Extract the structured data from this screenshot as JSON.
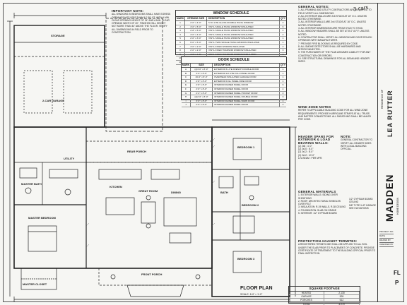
{
  "notes_top": {
    "title": "IMPORTANT NOTE:",
    "text": "ALL WINDOWS IN BEDROOMS SHALL HAVE EGRESS OPENINGS NOT LESS THAN 5.7 SQ. FT. WITH A MIN. CLEAR OPENING HEIGHT OF 24\" AND A MIN. CLEAR OPENING WIDTH OF 20\". FINISHED SILL HEIGHT NOT MORE THAN 44\" ABOVE THE FLOOR. VERIFY ALL DIMENSIONS IN FIELD PRIOR TO CONSTRUCTION."
  },
  "window_schedule": {
    "title": "WINDOW SCHEDULE",
    "headers": [
      "MARK",
      "OPENING SIZE",
      "DESCRIPTION",
      "QTY"
    ],
    "rows": [
      [
        "1",
        "2'-0\" x 4'-0\"",
        "5 3/4 LITE GLASS DOUBLE HUNG WINDOW",
        "2"
      ],
      [
        "2",
        "3'-0\" x 5'-0\"",
        "VINYL SINGLE HUNG WINDOW INSULATED",
        "6"
      ],
      [
        "3",
        "2'-8\" x 5'-0\"",
        "VINYL SINGLE HUNG WINDOW INSULATED",
        "4"
      ],
      [
        "4",
        "3'-0\" x 4'-0\"",
        "VINYL SINGLE HUNG WINDOW INSULATED",
        "2"
      ],
      [
        "5",
        "2'-0\" x 3'-0\"",
        "VINYL SINGLE HUNG WINDOW INSULATED",
        "1"
      ],
      [
        "6",
        "6'-0\" x 5'-0\"",
        "VINYL TWIN SINGLE HUNG WINDOW INSULATED",
        "1"
      ],
      [
        "7",
        "3'-0\" x 2'-0\"",
        "VINYL FIXED WINDOW INSULATED",
        "2"
      ],
      [
        "8",
        "2'-0\" x 2'-0\"",
        "VINYL FIXED TRANSOM WINDOW INSULATED",
        "3"
      ],
      [
        "9",
        "4'-0\" x 1'-6\"",
        "VINYL FIXED TRANSOM WINDOW INSULATED",
        "2"
      ],
      [
        "10",
        "2'-6\" x 5'-0\"",
        "VINYL SINGLE HUNG WINDOW INSULATED",
        "2"
      ],
      [
        "11",
        "3'-0\" x 5'-0\"",
        "VINYL SINGLE HUNG WINDOW TEMPERED",
        "1"
      ]
    ]
  },
  "door_schedule": {
    "title": "DOOR SCHEDULE",
    "headers": [
      "MARK",
      "SIZE",
      "DESCRIPTION",
      "QTY"
    ],
    "rows": [
      [
        "A",
        "(2)3'-0\" x 8'-0\"",
        "EXTERIOR 6 LITE FRENCH DOUBLE DOOR",
        "1"
      ],
      [
        "B",
        "3'-0\" x 8'-0\"",
        "EXTERIOR 1/2 LITE FULL PANEL DOOR",
        "1"
      ],
      [
        "C",
        "16'-0\" x 8'-0\"",
        "OVERHEAD INSULATED GARAGE DOOR",
        "1"
      ],
      [
        "D",
        "2'-8\" x 8'-0\"",
        "EXTERIOR FULL PANEL FIRE DOOR",
        "1"
      ],
      [
        "E",
        "2'-8\" x 8'-0\"",
        "INTERIOR RAISED PANEL DOOR",
        "6"
      ],
      [
        "F",
        "2'-6\" x 8'-0\"",
        "INTERIOR RAISED PANEL DOOR",
        "4"
      ],
      [
        "G",
        "2'-4\" x 8'-0\"",
        "INTERIOR RAISED PANEL POCKET DOOR",
        "2"
      ],
      [
        "H",
        "(2)2'-0\" x 8'-0\"",
        "INTERIOR RAISED PANEL DOUBLE DOOR",
        "3"
      ],
      [
        "I",
        "3'-0\" x 8'-0\"",
        "INTERIOR RAISED PANEL BARN DOOR",
        "1"
      ],
      [
        "J",
        "2'-0\" x 8'-0\"",
        "INTERIOR RAISED PANEL DOOR",
        "2"
      ]
    ]
  },
  "general_notes": {
    "title": "GENERAL NOTES:",
    "items": [
      "1. ALL FRAMING AND UTILITY CONTRACTORS ARE REQUIRED TO FIELD VERIFY ALL DIMENSIONS.",
      "2. ALL EXTERIOR WALLS ARE 2x6 STUDS AT 16\" O.C. UNLESS NOTED OTHERWISE.",
      "3. ALL INTERIOR WALLS ARE 2x4 STUDS AT 16\" O.C. UNLESS NOTED OTHERWISE.",
      "4. ALL INTERIOR DIMENSIONS ARE FROM STUD TO STUD.",
      "5. ALL WINDOW HEADERS SHALL BE SET AT 8'-0\" A.F.F. UNLESS NOTED.",
      "6. CONTRACTOR SHALL VERIFY ALL WINDOW AND DOOR ROUGH OPENINGS WITH MANUFACTURER.",
      "7. PROVIDE FIRE BLOCKING AS REQUIRED BY CODE.",
      "8. ALL SMOKE DETECTORS SHALL BE HARDWIRED AND INTERCONNECTED.",
      "9. THE PURCHASER OF THE PLAN ASSUMES LIABILITY FOR ANY CONSTRUCTION OR ERRORS.",
      "10. SEE STRUCTURAL DRAWINGS FOR ALL BEAM AND HEADER SIZES."
    ]
  },
  "wind_zone": {
    "title": "WIND ZONE NOTES",
    "text": "REFER TO APPLICABLE BUILDING CODE FOR ALL WIND ZONE REQUIREMENTS. PROVIDE HURRICANE STRAPS AT ALL TRUSS AND RAFTER CONNECTIONS. ALL SHEATHING SHALL BE NAILED PER CODE."
  },
  "header_spans": {
    "title": "HEADER SPANS FOR EXTERIOR & LOAD BEARING WALLS:",
    "items": [
      "(2) 2x8 : 4'-0\"",
      "(2) 2x10 : 6'-0\"",
      "(2) 2x12 : 8'-0\"",
      "(3) 2x12 : 10'-0\"",
      "LVL BEAM : PER MFR."
    ]
  },
  "note_small": {
    "title": "NOTE:",
    "text": "GENERAL CONTRACTOR TO VERIFY ALL HEADER SIZES WITH LOCAL BUILDING OFFICIAL."
  },
  "general_materials": {
    "title": "GENERAL MATERIALS",
    "items": [
      "1. EXTERIOR WALLS: SIDING OVER SHEATHING",
      "2. ROOF: ARCHITECTURAL SHINGLES OVER FELT",
      "3. INSULATION: R-19 WALLS, R-38 CEILING",
      "4. FOUNDATION: SLAB ON GRADE",
      "5. INTERIOR: 1/2\" GYPSUM BOARD"
    ],
    "right_items": [
      "1/2\" GYPSUM BOARD CEILING",
      "5/8\" TYPE X AT GARAGE",
      "SEE ELEVATIONS"
    ]
  },
  "termite": {
    "title": "PROTECTION AGAINST TERMITES:",
    "text": "A REGISTERED TERMITICIDE SHALL BE APPLIED TO ALL SOIL UNDER THE SLAB PRIOR TO PLACEMENT OF CONCRETE. PROVIDE CERTIFICATE OF TREATMENT TO THE BUILDING OFFICIAL PRIOR TO FINAL INSPECTION."
  },
  "plan_labels": {
    "garage": "2-CAR GARAGE",
    "porch": "REAR PORCH",
    "great_room": "GREAT ROOM",
    "kitchen": "KITCHEN",
    "dining": "DINING",
    "master": "MASTER BEDROOM",
    "master_bath": "MASTER BATH",
    "master_closet": "MASTER CLOSET",
    "bed1": "BEDROOM 1",
    "bed2": "BEDROOM 2",
    "bed3": "BEDROOM 3",
    "bath": "BATH",
    "utility": "UTILITY",
    "front_porch": "FRONT PORCH",
    "storage": "STORAGE"
  },
  "drawing_title": {
    "title": "FLOOR PLAN",
    "scale": "SCALE: 1/4\" = 1'-0\""
  },
  "square_footage": {
    "title": "SQUARE FOOTAGE",
    "rows": [
      [
        "HEATED",
        "2,130"
      ],
      [
        "GARAGE",
        "528"
      ],
      [
        "PORCHES",
        "612"
      ],
      [
        "TOTAL",
        "3,270"
      ]
    ]
  },
  "title_block": {
    "project": "RESIDENCE OF",
    "name": "LEA RUTTER",
    "firm": "MADDEN",
    "firm_sub": "HOME DESIGN",
    "sheet_label": "FL",
    "sheet_sub": "P",
    "fields": [
      "PROJECT NO.",
      "DATE",
      "DRAWN BY",
      "CHECKED BY"
    ]
  },
  "handwritten": "3 cars"
}
